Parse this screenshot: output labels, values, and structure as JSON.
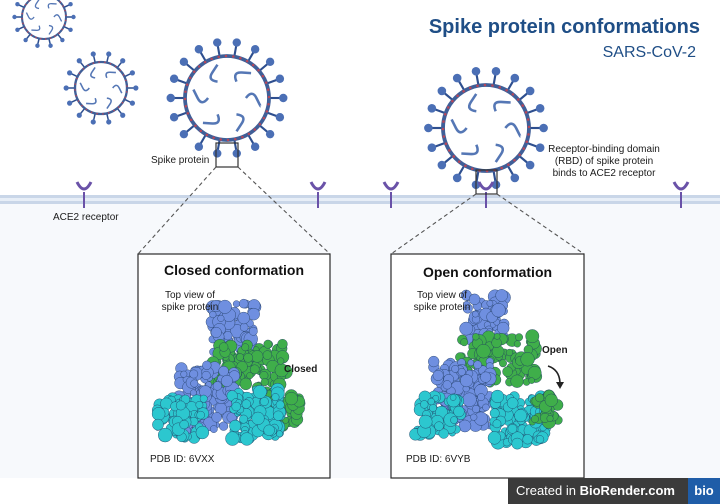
{
  "header": {
    "title": "Spike protein conformations",
    "subtitle": "SARS-CoV-2"
  },
  "labels": {
    "spike_protein": "Spike protein",
    "ace2_receptor": "ACE2 receptor",
    "rbd_line1": "Receptor-binding domain",
    "rbd_line2": "(RBD) of spike protein",
    "rbd_line3": "binds to ACE2 receptor"
  },
  "closed_panel": {
    "title": "Closed conformation",
    "top_view_line1": "Top view of",
    "top_view_line2": "spike protein",
    "state_label": "Closed",
    "pdb": "PDB ID: 6VXX"
  },
  "open_panel": {
    "title": "Open conformation",
    "top_view_line1": "Top view of",
    "top_view_line2": "spike protein",
    "state_label": "Open",
    "pdb": "PDB ID: 6VYB"
  },
  "footer": {
    "prefix": "Created in ",
    "brand": "BioRender.com",
    "logo": "bio"
  },
  "colors": {
    "title": "#1f4e86",
    "virus_body": "#3f5f98",
    "spike": "#2e4f8f",
    "receptor": "#6a52a8",
    "membrane": "#c9d6e8",
    "protein_blue": "#6f8fe0",
    "protein_green": "#3fae4a",
    "protein_cyan": "#2cc7cf"
  },
  "icons": [
    "virus-icon",
    "ace2-receptor-icon",
    "protein-structure-icon",
    "rotate-arrow-icon"
  ]
}
